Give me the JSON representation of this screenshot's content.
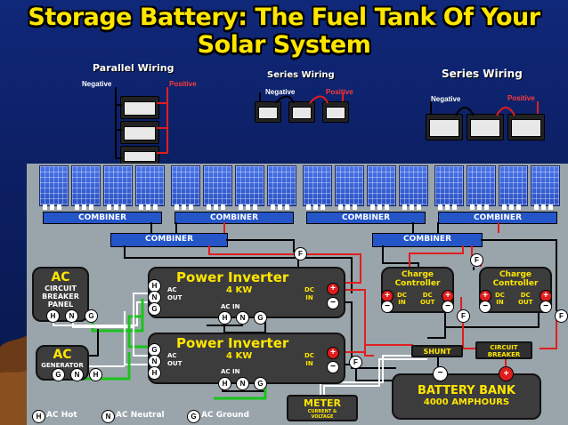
{
  "title": "Storage Battery: The Fuel Tank Of Your Solar System",
  "battery_groups": [
    {
      "caption": "Parallel Wiring",
      "negative": "Negative",
      "positive": "Positive"
    },
    {
      "caption": "Series Wiring",
      "negative": "Negative",
      "positive": "Positive"
    },
    {
      "caption": "Series Wiring",
      "negative": "Negative",
      "positive": "Positive"
    }
  ],
  "combiners": [
    "COMBINER",
    "COMBINER",
    "COMBINER",
    "COMBINER"
  ],
  "main_combiners": [
    "COMBINER",
    "COMBINER"
  ],
  "fuse": "F",
  "ac_panel": {
    "title": "AC",
    "lines": [
      "CIRCUIT",
      "BREAKER",
      "PANEL"
    ],
    "terminals": [
      "H",
      "N",
      "G"
    ]
  },
  "ac_generator": {
    "title": "AC",
    "sub": "GENERATOR",
    "terminals": [
      "G",
      "N",
      "H"
    ]
  },
  "inverters": [
    {
      "title": "Power Inverter",
      "power": "4 KW",
      "left_terms": [
        "H",
        "N",
        "G"
      ],
      "ac_out": "AC\nOUT",
      "ac_in": "AC IN",
      "in_terms": [
        "H",
        "N",
        "G"
      ],
      "dc_in": "DC\nIN"
    },
    {
      "title": "Power Inverter",
      "power": "4 KW",
      "left_terms": [
        "G",
        "N",
        "H"
      ],
      "ac_out": "AC\nOUT",
      "ac_in": "AC IN",
      "in_terms": [
        "H",
        "N",
        "G"
      ],
      "dc_in": "DC\nIN"
    }
  ],
  "charge_controllers": [
    {
      "title": "Charge\nController",
      "dc_in": "DC\nIN",
      "dc_out": "DC\nOUT"
    },
    {
      "title": "Charge\nController",
      "dc_in": "DC\nIN",
      "dc_out": "DC\nOUT"
    }
  ],
  "shunt": "SHUNT",
  "circuit_breaker": "CIRCUIT\nBREAKER",
  "battery_bank": {
    "title": "BATTERY BANK",
    "capacity": "4000 AMPHOURS"
  },
  "meter": {
    "title": "METER",
    "sub": "CURRENT &\nVOLTAGE"
  },
  "legend": [
    {
      "symbol": "H",
      "label": "AC Hot"
    },
    {
      "symbol": "N",
      "label": "AC Neutral"
    },
    {
      "symbol": "G",
      "label": "AC Ground"
    }
  ],
  "colors": {
    "title": "#ffe600",
    "wire_red": "#e01e1e",
    "wire_green": "#19c41b",
    "wire_black": "#000000",
    "panel": "#9aa4ab",
    "solar": "#3a62dc"
  }
}
